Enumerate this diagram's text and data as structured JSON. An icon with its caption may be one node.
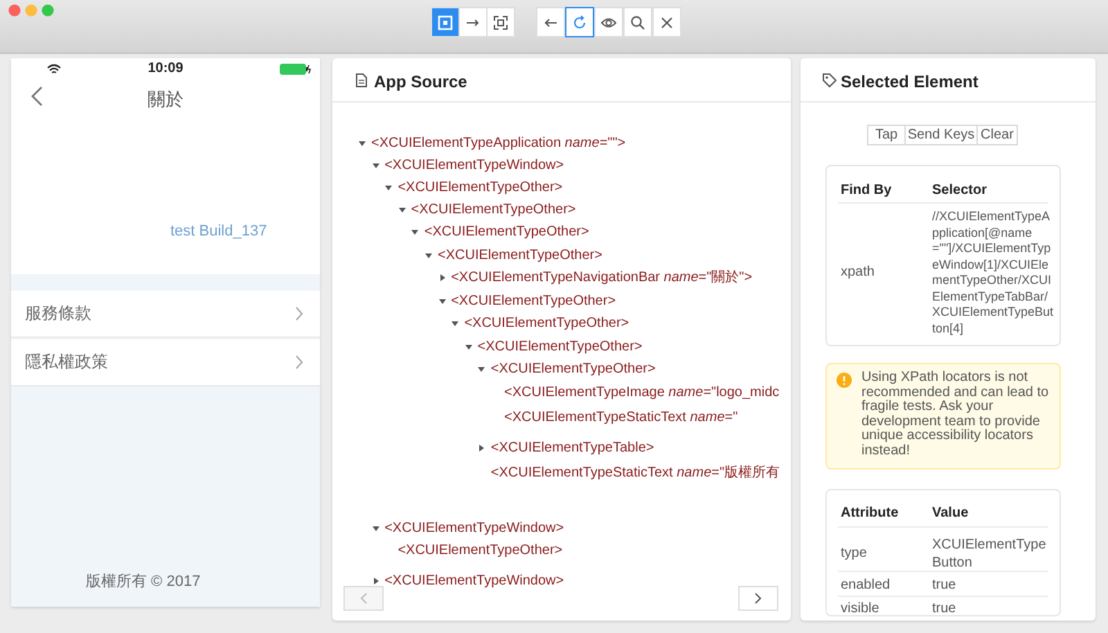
{
  "diagram": {
    "nodes": [
      {
        "text": [
          "10:09",
          "關於",
          "test Build_137",
          "服務條款",
          "隱私權政策",
          "版權所有 © 2017"
        ]
      },
      {
        "text": [
          "App Source",
          "<XCUIElementTypeApplication *name*=\"\">",
          "<XCUIElementTypeWindow>",
          "<XCUIElementTypeOther>",
          "<XCUIElementTypeOther>",
          "<XCUIElementTypeOther>",
          "<XCUIElementTypeOther>",
          "<XCUIElementTypeNavigationBar *name*=\"關於\">",
          "<XCUIElementTypeOther>",
          "<XCUIElementTypeOther>",
          "<XCUIElementTypeOther>",
          "<XCUIElementTypeOther>",
          "<XCUIElementTypeImage *name*=\"logo_midc",
          "<XCUIElementTypeStaticText *name*=\"",
          "<XCUIElementTypeTable>",
          "<XCUIElementTypeStaticText *name*=\"版權所有",
          "<XCUIElementTypeWindow>",
          "<XCUIElementTypeOther>",
          "<XCUIElementTypeWindow>"
        ]
      },
      {
        "text": [
          "Selected Element"
        ]
      },
      {
        "text": [
          "Tap"
        ],
        "in": 2
      },
      {
        "text": [
          "Send Keys"
        ],
        "in": 2
      },
      {
        "text": [
          "Clear"
        ],
        "in": 2
      },
      {
        "text": [
          "Find By",
          "Selector",
          "xpath",
          "//XCUIElementTypeApplication[@name=\"\"]/XCUIElementTypeWindow[1]/XCUIElementTypeOther/XCUIElementTypeTabBar/XCUIElementTypeButton[4]"
        ],
        "in": 2
      },
      {
        "text": [
          "Using XPath locators is not recommended and can lead to fragile tests. Ask your development team to provide unique accessibility locators instead!"
        ],
        "in": 2
      },
      {
        "text": [
          "Attribute",
          "Value",
          "type",
          "XCUIElementTypeButton",
          "enabled",
          "true",
          "visible",
          "true"
        ],
        "in": 2
      }
    ]
  }
}
